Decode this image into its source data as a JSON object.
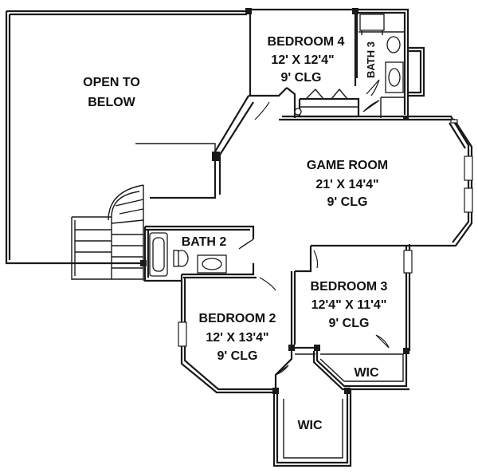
{
  "rooms": {
    "open_to_below": {
      "line1": "OPEN TO",
      "line2": "BELOW"
    },
    "bedroom4": {
      "name": "BEDROOM 4",
      "size": "12' X 12'4\"",
      "ceiling": "9' CLG"
    },
    "bath3": {
      "name": "BATH 3"
    },
    "game_room": {
      "name": "GAME ROOM",
      "size": "21' X 14'4\"",
      "ceiling": "9' CLG"
    },
    "bath2": {
      "name": "BATH 2"
    },
    "bedroom3": {
      "name": "BEDROOM 3",
      "size": "12'4\" X 11'4\"",
      "ceiling": "9' CLG"
    },
    "bedroom2": {
      "name": "BEDROOM 2",
      "size": "12' X 13'4\"",
      "ceiling": "9' CLG"
    },
    "wic_right": {
      "name": "WIC"
    },
    "wic_bottom": {
      "name": "WIC"
    }
  }
}
